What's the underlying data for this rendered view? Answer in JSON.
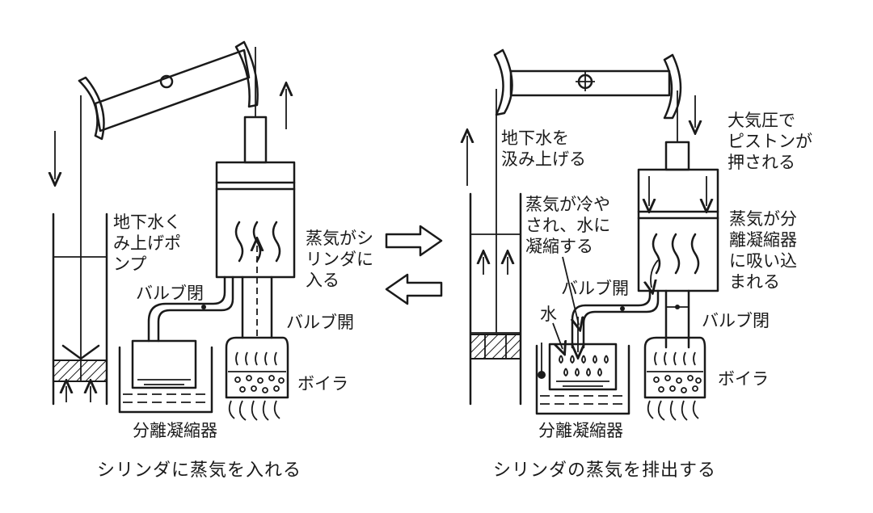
{
  "left_panel": {
    "caption": "シリンダに蒸気を入れる",
    "pump_label": "地下水く\nみ上げポ\nンプ",
    "steam_in_label": "蒸気がシ\nリンダに\n入る",
    "valve_closed_label": "バルブ閉",
    "valve_open_label": "バルブ開",
    "boiler_label": "ボイラ",
    "condenser_label": "分離凝縮器"
  },
  "right_panel": {
    "caption": "シリンダの蒸気を排出する",
    "lift_water_label": "地下水を\n汲み上げる",
    "pressure_label": "大気圧で\nピストンが\n押される",
    "cooling_label": "蒸気が冷や\nされ、水に\n凝縮する",
    "absorbed_label": "蒸気が分\n離凝縮器\nに吸い込\nまれる",
    "valve_open_label": "バルブ開",
    "valve_closed_label": "バルブ閉",
    "water_label": "水",
    "boiler_label": "ボイラ",
    "condenser_label": "分離凝縮器"
  },
  "icons": [
    "beam",
    "cylinder",
    "piston",
    "boiler",
    "condenser",
    "pump",
    "arrow-right-outline",
    "arrow-left-outline"
  ]
}
